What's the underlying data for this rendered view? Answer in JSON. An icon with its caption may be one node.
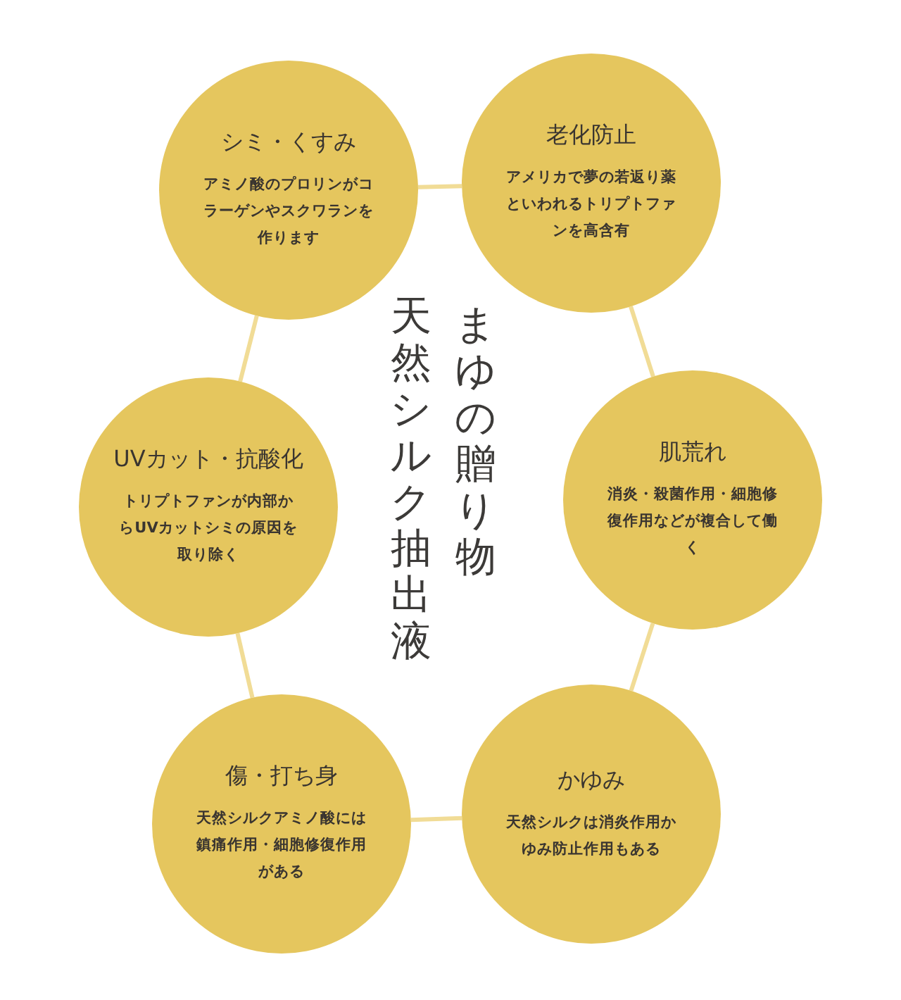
{
  "diagram": {
    "nodes": [
      {
        "text": [
          "シミ・くすみ",
          "アミノ酸のプロリンがコラーゲンやスクワランを作ります"
        ]
      },
      {
        "text": [
          "老化防止",
          "アメリカで夢の若返り薬といわれるトリプトファンを高含有"
        ]
      },
      {
        "text": [
          "UVカット・抗酸化",
          "トリプトファンが内部からUVカットシミの原因を取り除く"
        ]
      },
      {
        "text": [
          "肌荒れ",
          "消炎・殺菌作用・細胞修復作用などが複合して働く"
        ]
      },
      {
        "text": [
          "傷・打ち身",
          "天然シルクアミノ酸には鎮痛作用・細胞修復作用がある"
        ]
      },
      {
        "text": [
          "かゆみ",
          "天然シルクは消炎作用かゆみ防止作用もある"
        ]
      }
    ],
    "edges": [
      {
        "from": 0,
        "to": 1,
        "arrow": "none"
      },
      {
        "from": 1,
        "to": 3,
        "arrow": "none"
      },
      {
        "from": 3,
        "to": 5,
        "arrow": "none"
      },
      {
        "from": 5,
        "to": 4,
        "arrow": "none"
      },
      {
        "from": 4,
        "to": 2,
        "arrow": "none"
      },
      {
        "from": 2,
        "to": 0,
        "arrow": "none"
      }
    ],
    "labels": [
      "まゆの贈り物",
      "天然シルク抽出液"
    ]
  }
}
